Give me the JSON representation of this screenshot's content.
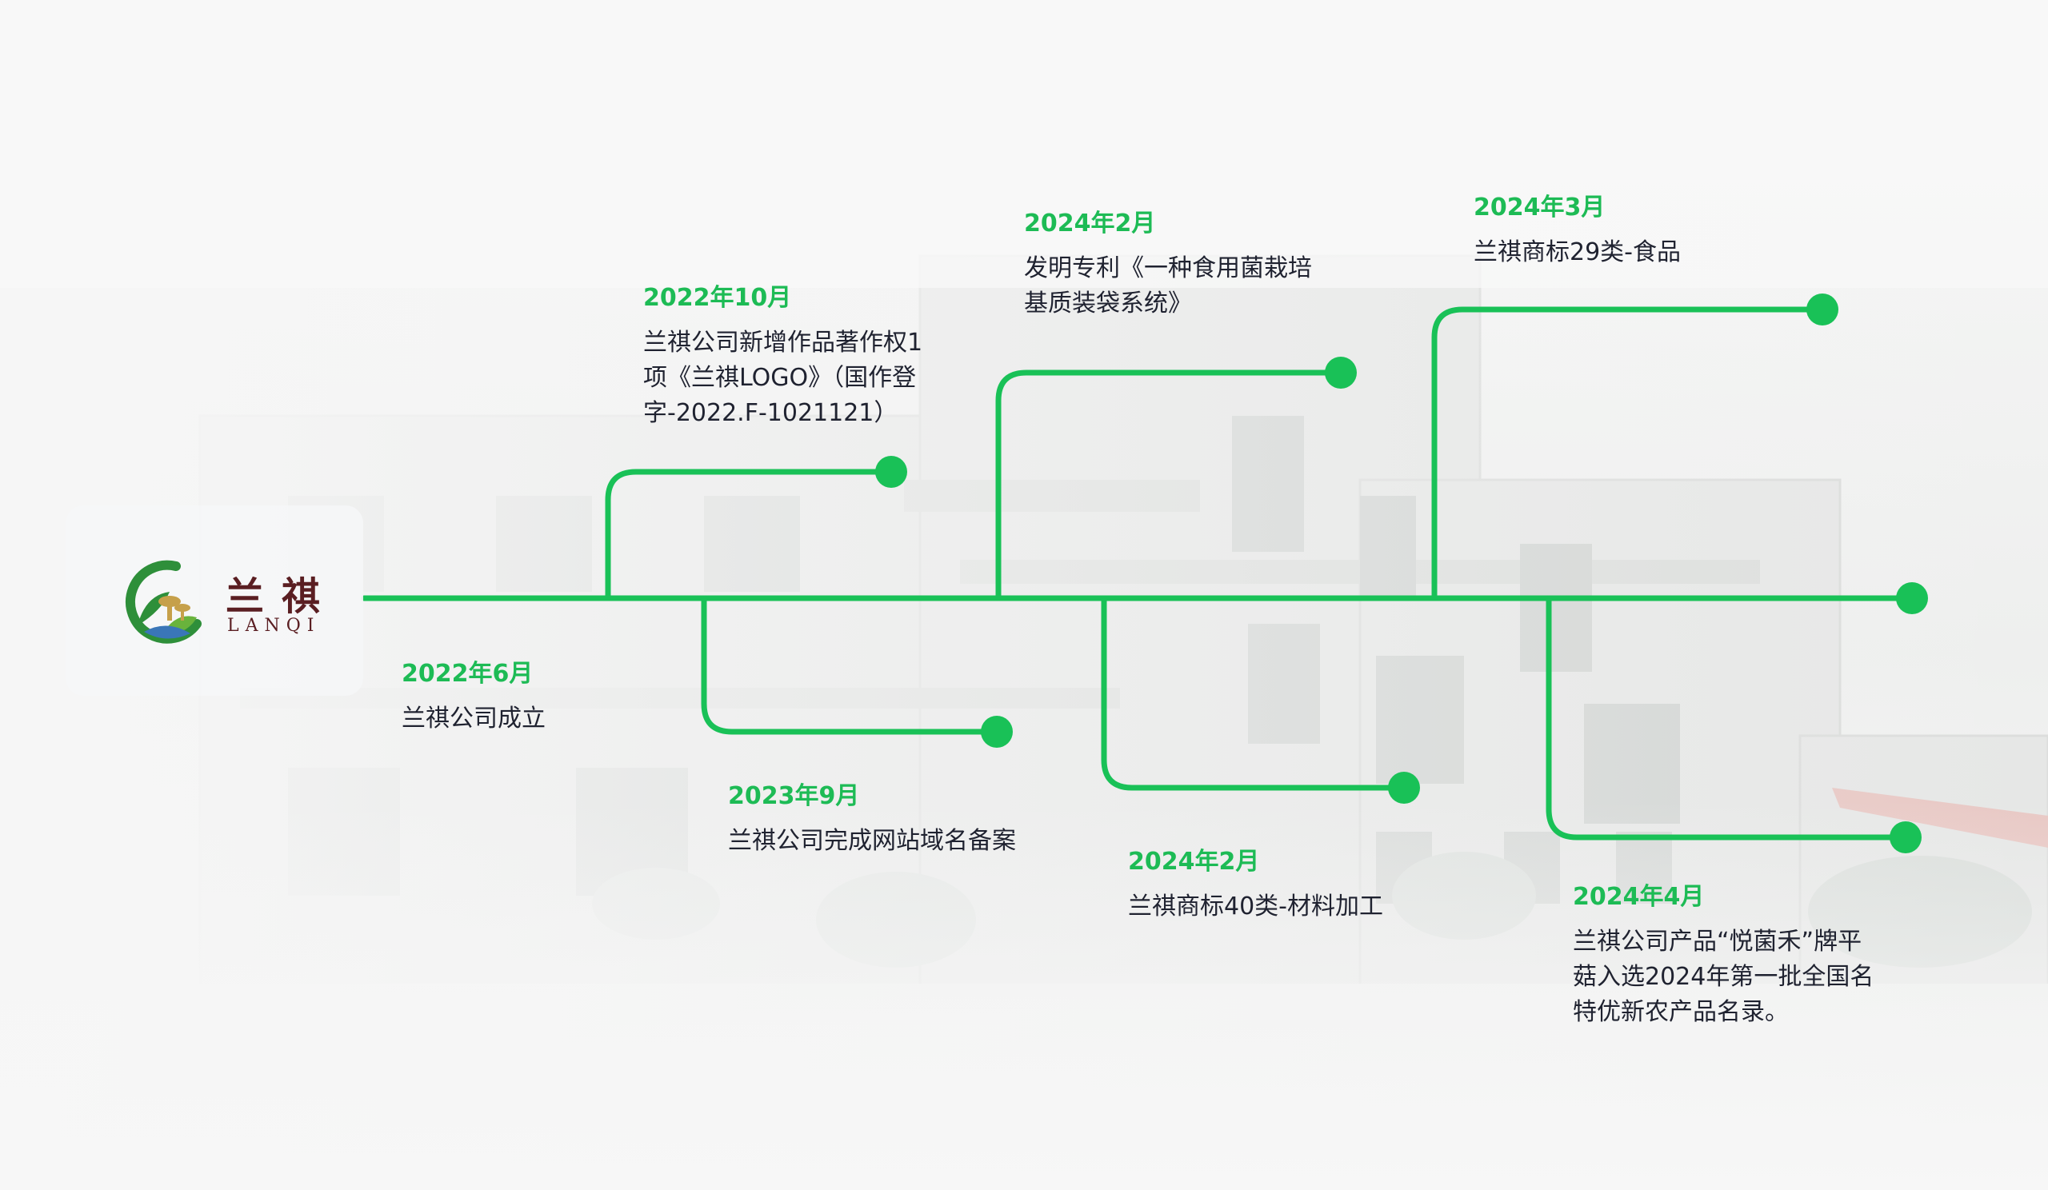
{
  "brand": {
    "name_cn": "兰祺",
    "name_en": "LANQI",
    "accent_color": "#1dbb55",
    "text_color": "#1f2230"
  },
  "events": [
    {
      "date": "2022年6月",
      "desc": "兰祺公司成立"
    },
    {
      "date": "2022年10月",
      "desc": "兰祺公司新增作品著作权1\n项《兰祺LOGO》（国作登\n字-2022.F-1021121）"
    },
    {
      "date": "2023年9月",
      "desc": "兰祺公司完成网站域名备案"
    },
    {
      "date": "2024年2月",
      "desc": "发明专利《一种食用菌栽培\n基质装袋系统》"
    },
    {
      "date": "2024年2月",
      "desc": "兰祺商标40类-材料加工"
    },
    {
      "date": "2024年3月",
      "desc": "兰祺商标29类-食品"
    },
    {
      "date": "2024年4月",
      "desc": "兰祺公司产品“悦菌禾”牌平\n菇入选2024年第一批全国名\n特优新农产品名录。"
    }
  ]
}
